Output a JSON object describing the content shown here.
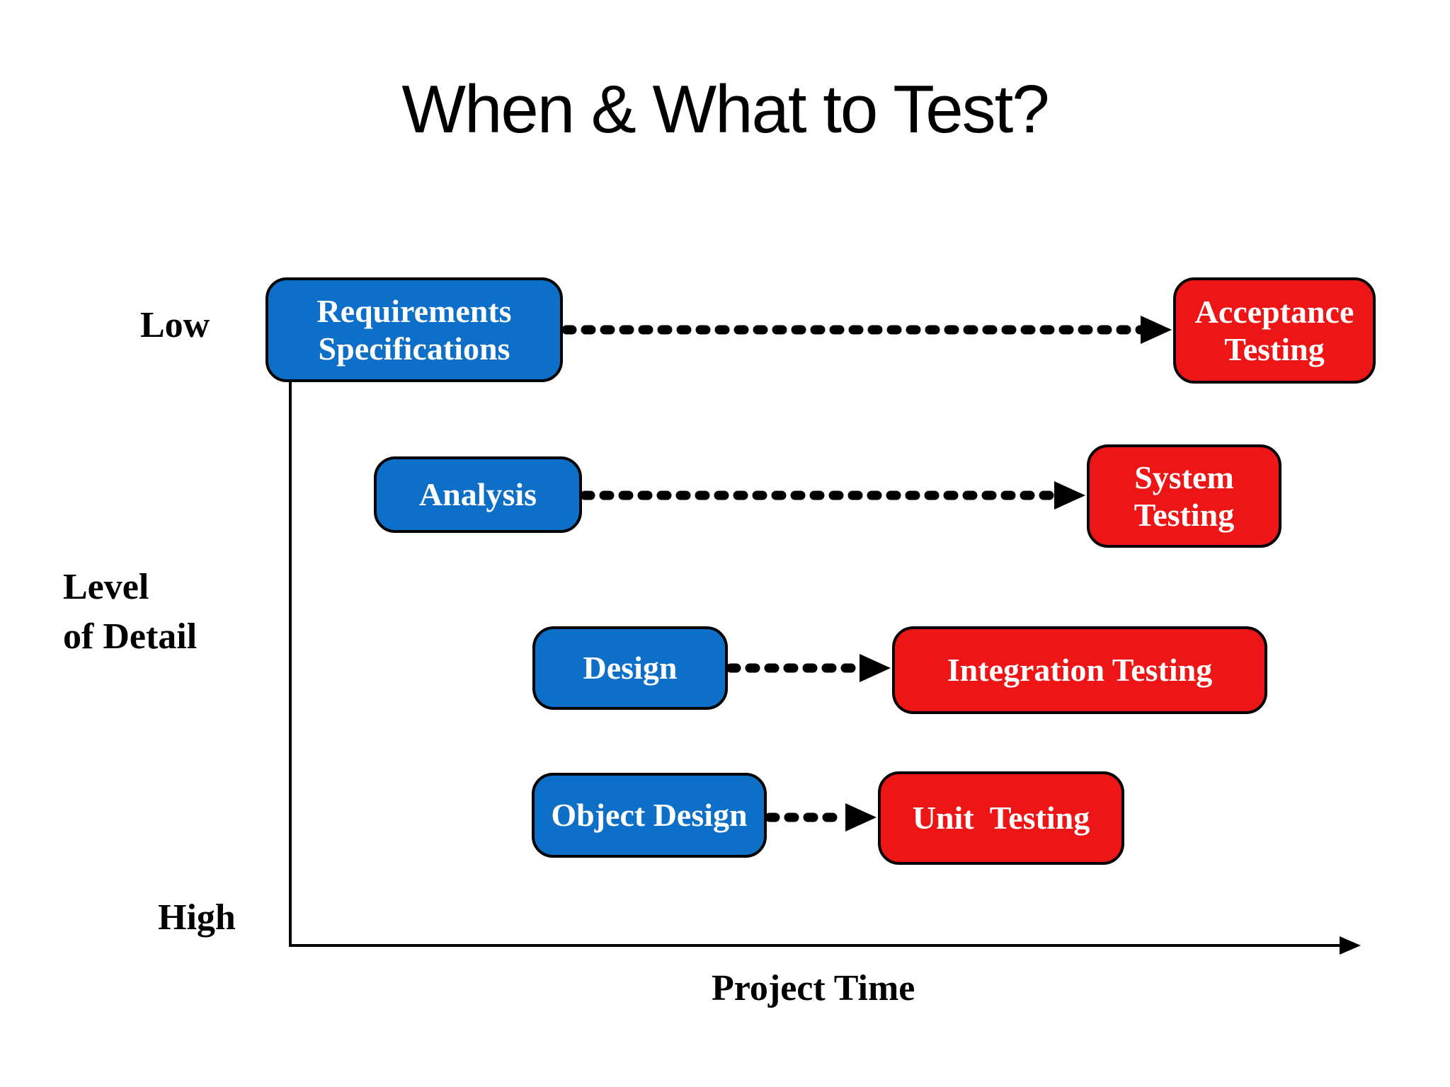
{
  "title": "When & What to Test?",
  "colors": {
    "blue": "#0E6FC8",
    "red": "#ED1515",
    "line": "#000000",
    "box_text": "#FFFFFF"
  },
  "axes": {
    "y_top": "Low",
    "y_label": "Level\nof Detail",
    "y_bottom": "High",
    "x_label": "Project Time"
  },
  "pairs": [
    {
      "phase": "Requirements\nSpecifications",
      "testing": "Acceptance\nTesting"
    },
    {
      "phase": "Analysis",
      "testing": "System\nTesting"
    },
    {
      "phase": "Design",
      "testing": "Integration Testing"
    },
    {
      "phase": "Object Design",
      "testing": "Unit  Testing"
    }
  ]
}
